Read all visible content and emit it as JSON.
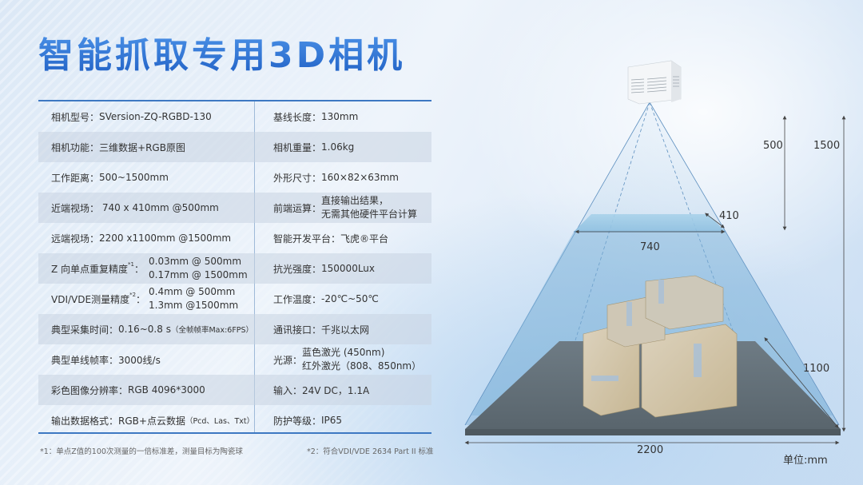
{
  "title": "智能抓取专用3D相机",
  "specs": {
    "left": [
      {
        "label": "相机型号：",
        "value": "SVersion-ZQ-RGBD-130"
      },
      {
        "label": "相机功能：",
        "value": "三维数据+RGB原图"
      },
      {
        "label": "工作距离：",
        "value": "500~1500mm"
      },
      {
        "label": "近端视场：",
        "value": " 740 x 410mm @500mm"
      },
      {
        "label": "远端视场：",
        "value": "2200 x1100mm @1500mm"
      },
      {
        "label": "Z 向单点重复精度",
        "sup": "*1",
        "colon": "：",
        "value_lines": [
          "0.03mm @ 500mm",
          "0.17mm @ 1500mm"
        ]
      },
      {
        "label": "VDI/VDE测量精度",
        "sup": "*2",
        "colon": "：",
        "value_lines": [
          "0.4mm @ 500mm",
          "1.3mm @1500mm"
        ]
      },
      {
        "label": "典型采集时间：",
        "value": "0.16~0.8 s",
        "note": "（全帧帧率Max:6FPS）"
      },
      {
        "label": "典型单线帧率：",
        "value": "3000线/s"
      },
      {
        "label": "彩色图像分辨率：",
        "value": "RGB 4096*3000"
      },
      {
        "label": "输出数据格式：",
        "value": "RGB+点云数据",
        "note": "（Pcd、Las、Txt）"
      }
    ],
    "right": [
      {
        "label": "基线长度：",
        "value": "130mm"
      },
      {
        "label": "相机重量：",
        "value": "1.06kg"
      },
      {
        "label": "外形尺寸：",
        "value": "160×82×63mm"
      },
      {
        "label": "前端运算：",
        "value_lines": [
          "直接输出结果，",
          "无需其他硬件平台计算"
        ]
      },
      {
        "label": "智能开发平台：",
        "value": "飞虎®平台"
      },
      {
        "label": "抗光强度：",
        "value": "150000Lux"
      },
      {
        "label": "工作温度：",
        "value": "-20℃~50℃"
      },
      {
        "label": "通讯接口：",
        "value": "千兆以太网"
      },
      {
        "label": "光源：",
        "value_lines": [
          "蓝色激光 (450nm)",
          "红外激光（808、850nm）"
        ]
      },
      {
        "label": "输入：",
        "value": "24V DC，1.1A"
      },
      {
        "label": "防护等级：",
        "value": "IP65"
      }
    ]
  },
  "footnotes": {
    "one": "*1：单点Z值的100次测量的一倍标准差，测量目标为陶瓷球",
    "two": "*2：符合VDI/VDE 2634 Part II 标准"
  },
  "diagram": {
    "near_distance": "500",
    "far_distance": "1500",
    "near_width": "740",
    "near_depth": "410",
    "far_width": "2200",
    "far_depth": "1100",
    "unit": "单位:mm"
  },
  "colors": {
    "title_blue": "#2c6fd0",
    "table_rule": "#3d78c2",
    "band": "#c8d4e2",
    "floor": "#5d6a73"
  }
}
